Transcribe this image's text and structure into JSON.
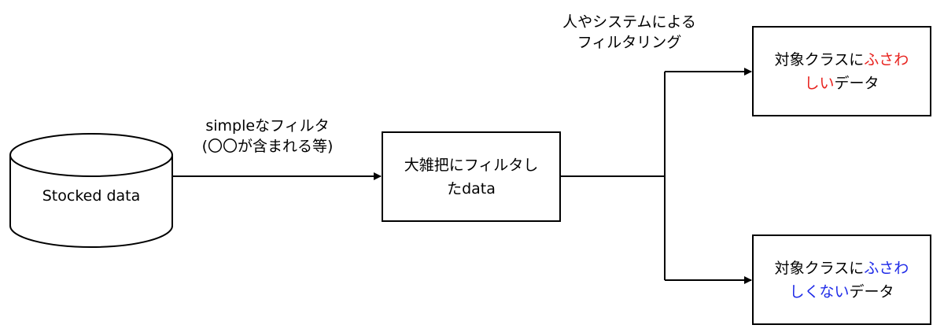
{
  "diagram": {
    "nodes": {
      "stocked": {
        "label": "Stocked data"
      },
      "rough": {
        "line1": "大雑把にフィルタし",
        "line2": "たdata"
      },
      "fit": {
        "pre": "対象クラスに",
        "hl1": "ふさわ",
        "hl2": "しい",
        "post": "データ",
        "highlight_color": "#e8231f"
      },
      "unfit": {
        "pre": "対象クラスに",
        "hl1": "ふさわ",
        "hl2": "しくない",
        "post": "データ",
        "highlight_color": "#1f2be8"
      }
    },
    "edges": {
      "simple_filter": {
        "line1": "simpleなフィルタ",
        "line2": "(〇〇が含まれる等)"
      },
      "human_filter": {
        "line1": "人やシステムによる",
        "line2": "フィルタリング"
      }
    }
  }
}
